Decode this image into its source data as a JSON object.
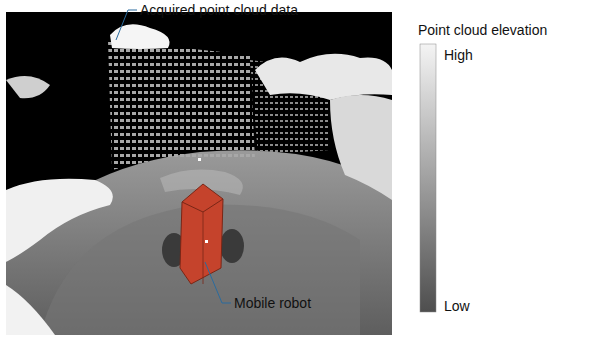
{
  "diagram": {
    "labels": [
      "Acquired point cloud data",
      "Mobile robot",
      "Point cloud elevation",
      "High",
      "Low"
    ]
  }
}
